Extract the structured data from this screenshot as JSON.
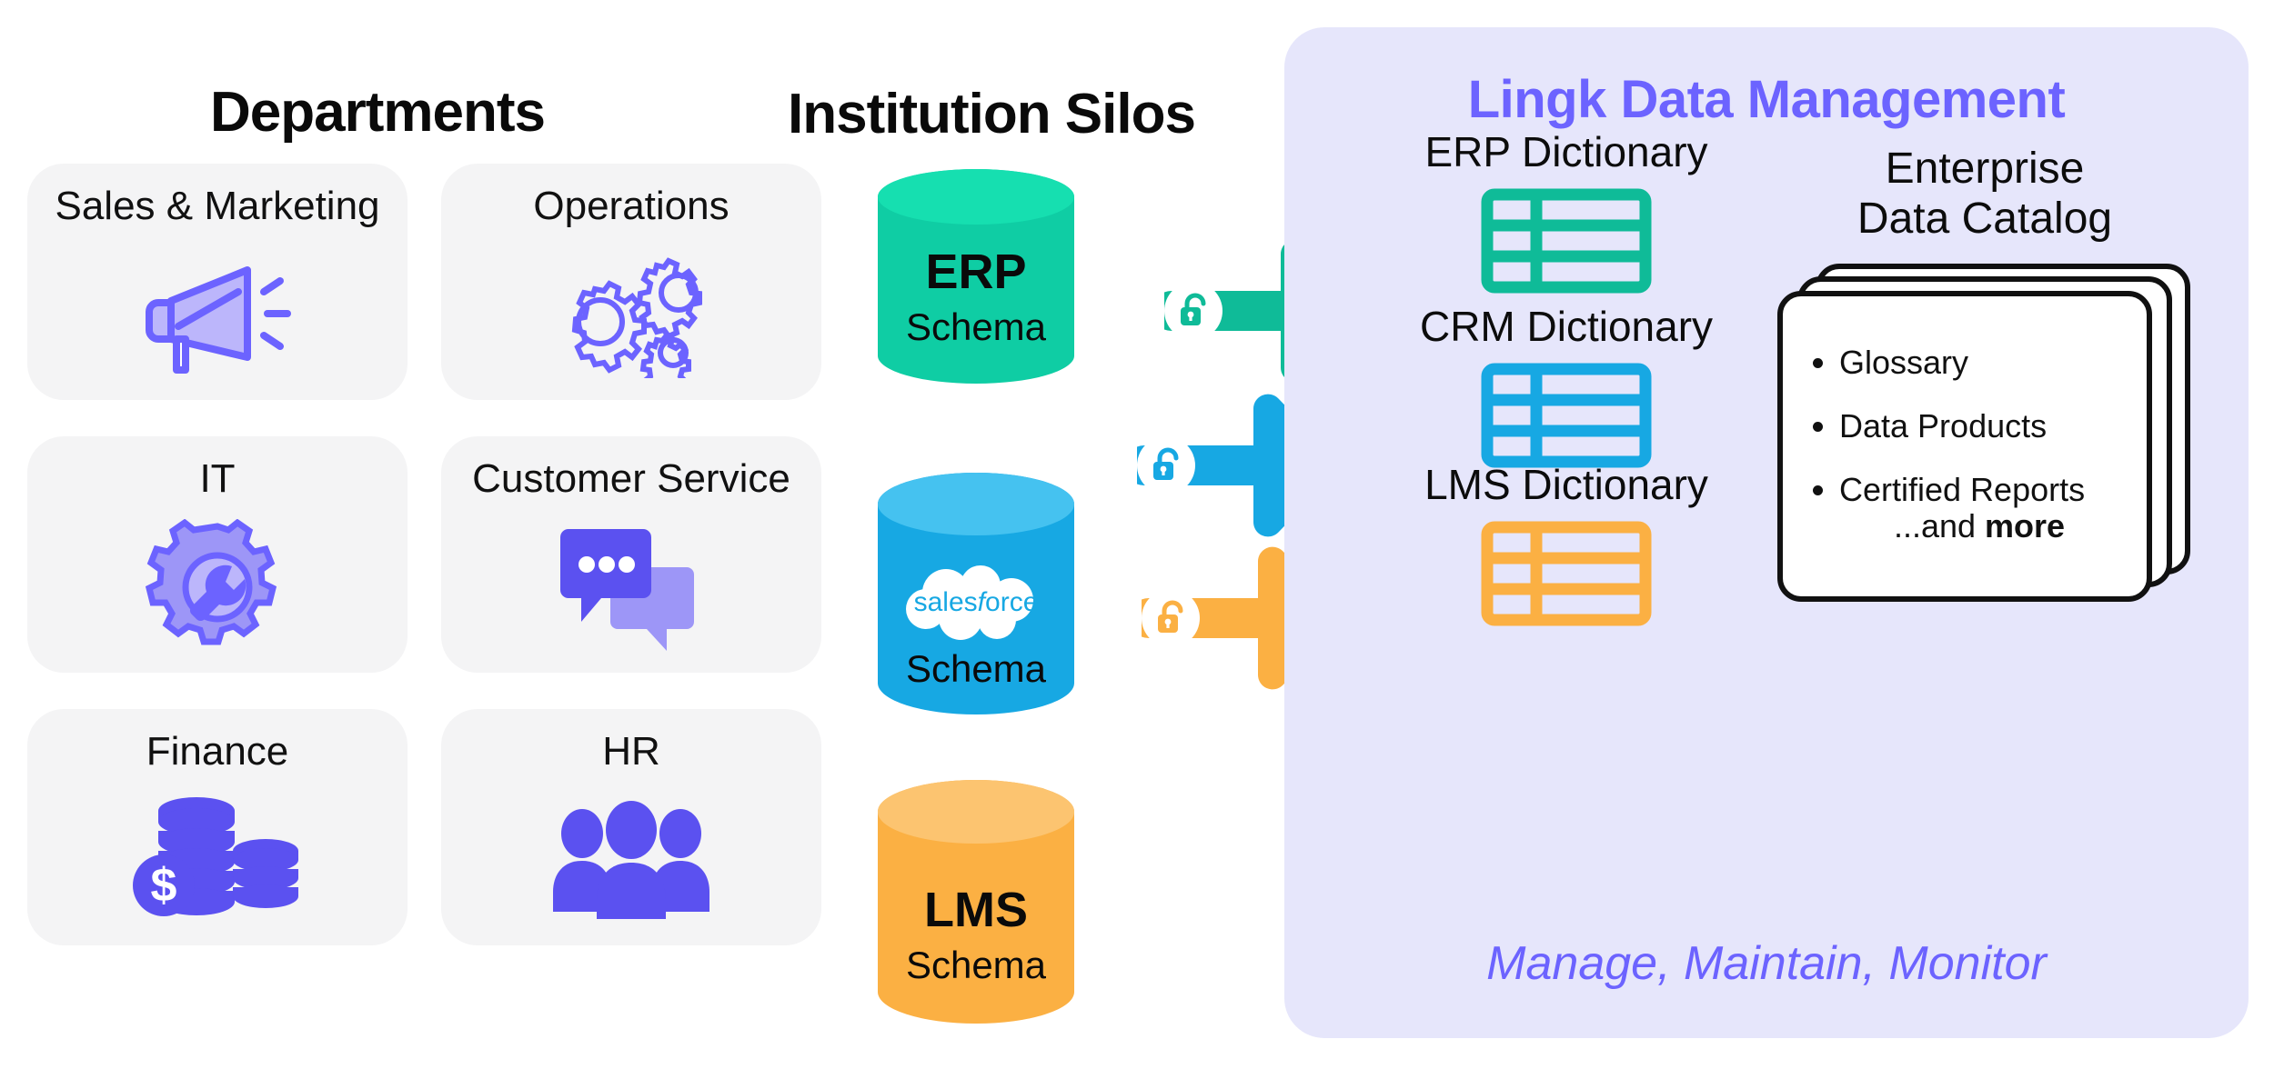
{
  "headings": {
    "departments": "Departments",
    "silos": "Institution Silos"
  },
  "departments": [
    {
      "label": "Sales & Marketing",
      "icon": "megaphone-icon"
    },
    {
      "label": "Operations",
      "icon": "gears-icon"
    },
    {
      "label": "IT",
      "icon": "gear-wrench-icon"
    },
    {
      "label": "Customer Service",
      "icon": "chat-bubbles-icon"
    },
    {
      "label": "Finance",
      "icon": "coins-dollar-icon"
    },
    {
      "label": "HR",
      "icon": "people-group-icon"
    }
  ],
  "silos": [
    {
      "name": "ERP",
      "sub": "Schema",
      "color": "#0fcda4",
      "cap": "#16dfb0",
      "logo": ""
    },
    {
      "name": "salesforce",
      "sub": "Schema",
      "color": "#17a8e3",
      "cap": "#45c2f0",
      "logo": "salesforce-cloud-logo"
    },
    {
      "name": "LMS",
      "sub": "Schema",
      "color": "#fbb043",
      "cap": "#fcc470",
      "logo": ""
    }
  ],
  "arrows": [
    {
      "name": "erp-arrow",
      "color": "#0fbb98",
      "badge": "unlock-icon"
    },
    {
      "name": "crm-arrow",
      "color": "#17a8e3",
      "badge": "unlock-icon"
    },
    {
      "name": "lms-arrow",
      "color": "#fbb043",
      "badge": "unlock-icon"
    }
  ],
  "panel": {
    "title": "Lingk Data Management",
    "background": "#e6e6fb",
    "accent": "#6c63ff",
    "tagline": "Manage, Maintain, Monitor",
    "dictionaries": [
      {
        "label": "ERP Dictionary",
        "color": "#0fbb98"
      },
      {
        "label": "CRM Dictionary",
        "color": "#17a8e3"
      },
      {
        "label": "LMS Dictionary",
        "color": "#fbb043"
      }
    ],
    "catalog": {
      "title": "Enterprise\nData Catalog",
      "items": [
        "Glossary",
        "Data Products",
        "Certified Reports"
      ],
      "more_prefix": "...and ",
      "more_bold": "more"
    }
  }
}
